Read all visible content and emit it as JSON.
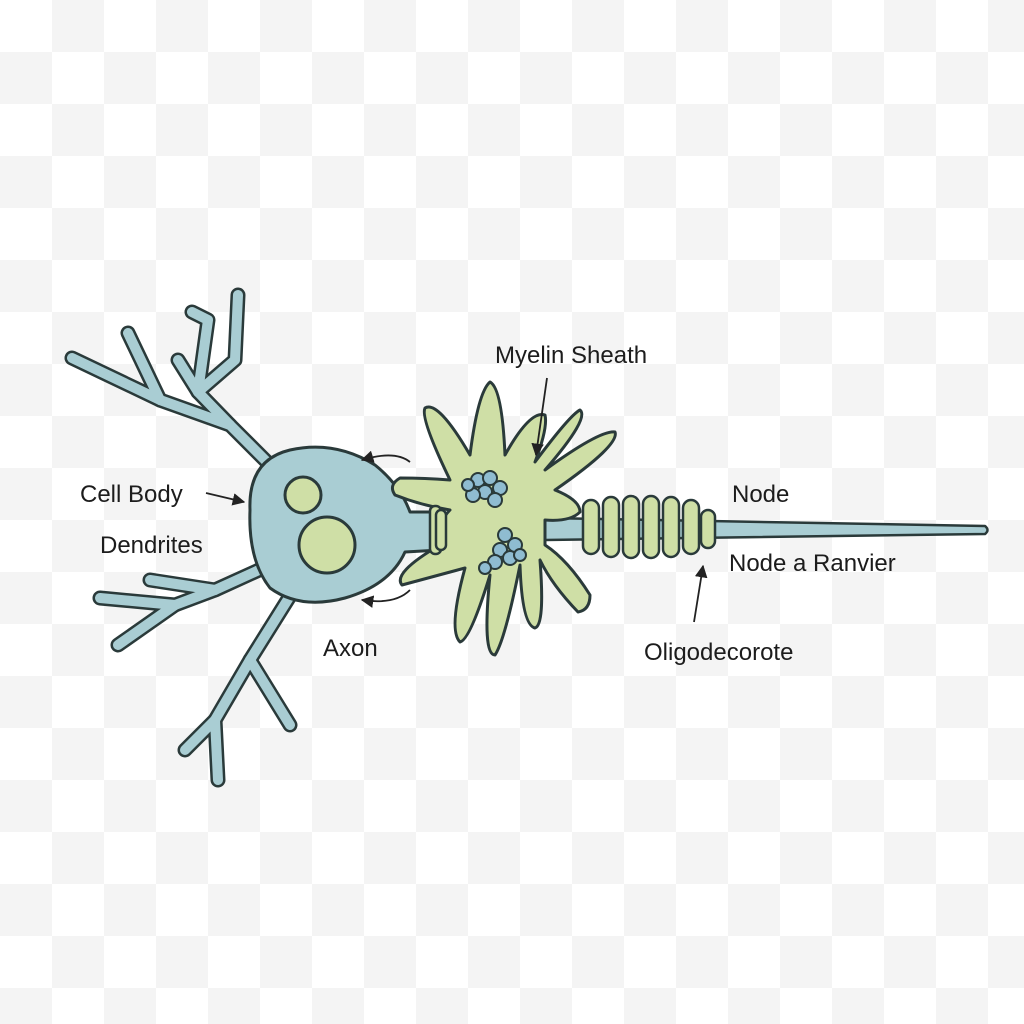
{
  "labels": {
    "myelin_sheath": "Myelin Sheath",
    "cell_body": "Cell Body",
    "dendrites": "Dendrites",
    "axon": "Axon",
    "node": "Node",
    "node_ranvier": "Node a Ranvier",
    "oligodendrocyte": "Oligodecorote"
  },
  "colors": {
    "neuron_fill": "#a9cdd3",
    "glia_fill": "#cfdfa6",
    "nucleus_fill": "#cfdfa6",
    "vesicle_fill": "#8fbcd1",
    "outline": "#2a3a3a",
    "arrow": "#222222"
  }
}
